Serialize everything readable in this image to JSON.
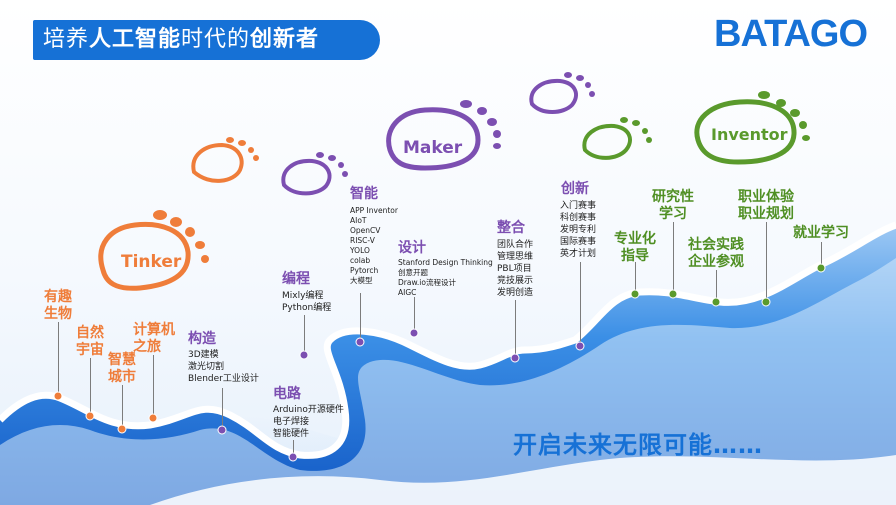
{
  "header": {
    "banner_part1": "培养",
    "banner_bold1": "人工智能",
    "banner_part2": "时代的",
    "banner_bold2": "创新者",
    "brand": "BATAGO"
  },
  "footprints": {
    "tinker": "Tinker",
    "maker": "Maker",
    "inventor": "Inventor"
  },
  "colors": {
    "orange": "#ef7d3a",
    "purple": "#7c4fb1",
    "green": "#5a9a2c",
    "blue": "#1671d6",
    "navy": "#1f4e9c"
  },
  "stages": {
    "interest": "有趣\n生物",
    "nature": "自然\n宇宙",
    "city": "智慧\n城市",
    "computer": "计算机\n之旅",
    "build": {
      "title": "构造",
      "items": [
        "3D建模",
        "激光切割",
        "Blender工业设计"
      ]
    },
    "circuit": {
      "title": "电路",
      "items": [
        "Arduino开源硬件",
        "电子焊接",
        "智能硬件"
      ]
    },
    "code": {
      "title": "编程",
      "items": [
        "Mixly编程",
        "Python编程"
      ]
    },
    "ai": {
      "title": "智能",
      "items": [
        "APP Inventor",
        "AIoT",
        "OpenCV",
        "RISC-V",
        "YOLO",
        "colab",
        "Pytorch",
        "大模型"
      ]
    },
    "design": {
      "title": "设计",
      "items": [
        "Stanford Design Thinking",
        "创意开题",
        "Draw.io流程设计",
        "AIGC"
      ]
    },
    "integrate": {
      "title": "整合",
      "items": [
        "团队合作",
        "管理思维",
        "PBL项目",
        "竞技展示",
        "发明创造"
      ]
    },
    "innovate": {
      "title": "创新",
      "items": [
        "入门赛事",
        "科创赛事",
        "发明专利",
        "国际赛事",
        "英才计划"
      ]
    },
    "pro": "专业化\n指导",
    "research": "研究性\n学习",
    "social": "社会实践\n企业参观",
    "career": "职业体验\n职业规划",
    "employ": "就业学习"
  },
  "tagline": "开启未来无限可能……"
}
